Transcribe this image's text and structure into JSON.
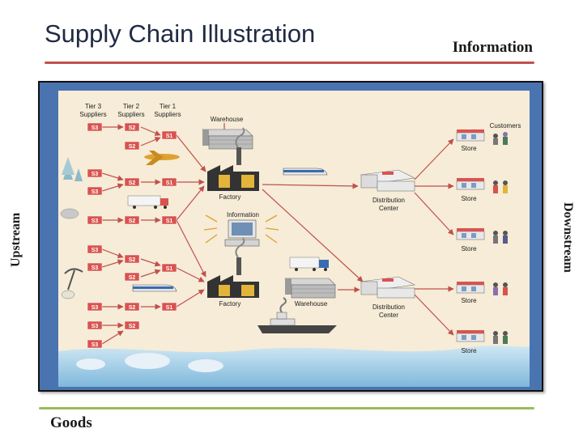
{
  "title": "Supply Chain Illustration",
  "labels": {
    "information": "Information",
    "goods": "Goods",
    "upstream": "Upstream",
    "downstream": "Downstream"
  },
  "diagram": {
    "tiers": {
      "tier3": [
        "Tier 3",
        "Suppliers"
      ],
      "tier2": [
        "Tier 2",
        "Suppliers"
      ],
      "tier1": [
        "Tier 1",
        "Suppliers"
      ]
    },
    "nodes": {
      "s3": "S3",
      "s2": "S2",
      "s1": "S1",
      "warehouse": "Warehouse",
      "factory": "Factory",
      "information": "Information",
      "distribution_center": [
        "Distribution",
        "Center"
      ],
      "store": "Store",
      "customers": "Customers"
    }
  },
  "colors": {
    "title": "#1f2a44",
    "top_rule": "#c0504d",
    "bottom_rule": "#9bbb59",
    "frame": "#4a74b0",
    "panel": "#f6ecd7",
    "arrow": "#c0504d",
    "box_fill": "#d9534f"
  }
}
